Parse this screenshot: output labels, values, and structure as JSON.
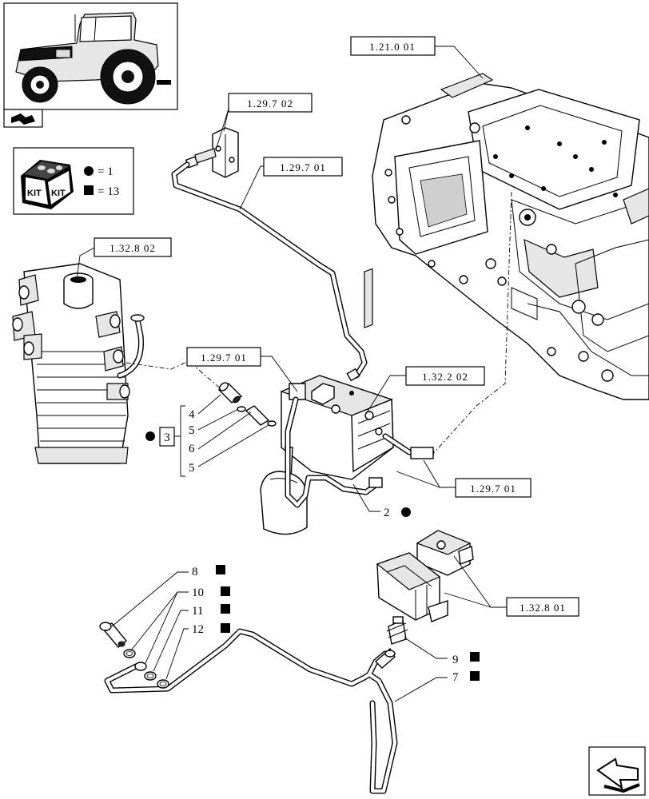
{
  "refs": {
    "r1210": "1.21.0 01",
    "r12972_top": "1.29.7 02",
    "r12971_top": "1.29.7 01",
    "r13282_left": "1.32.8 02",
    "r12971_mid": "1.29.7 01",
    "r13222": "1.32.2 02",
    "r12971_right": "1.29.7 01",
    "r13281": "1.32.8 01"
  },
  "kit": {
    "label": "KIT",
    "circle_qty": "= 1",
    "square_qty": "= 13"
  },
  "callouts": {
    "group_label": "3",
    "item_4": "4",
    "item_5a": "5",
    "item_6": "6",
    "item_5b": "5",
    "item_2": "2",
    "item_8": "8",
    "item_10": "10",
    "item_11": "11",
    "item_12": "12",
    "item_9": "9",
    "item_7": "7"
  },
  "icons": {
    "thumbnail": "tractor-thumbnail-icon",
    "nav_small": "small-arrow-icon",
    "kit": "kit-box-icon",
    "nav_next": "next-page-arrow-icon"
  }
}
